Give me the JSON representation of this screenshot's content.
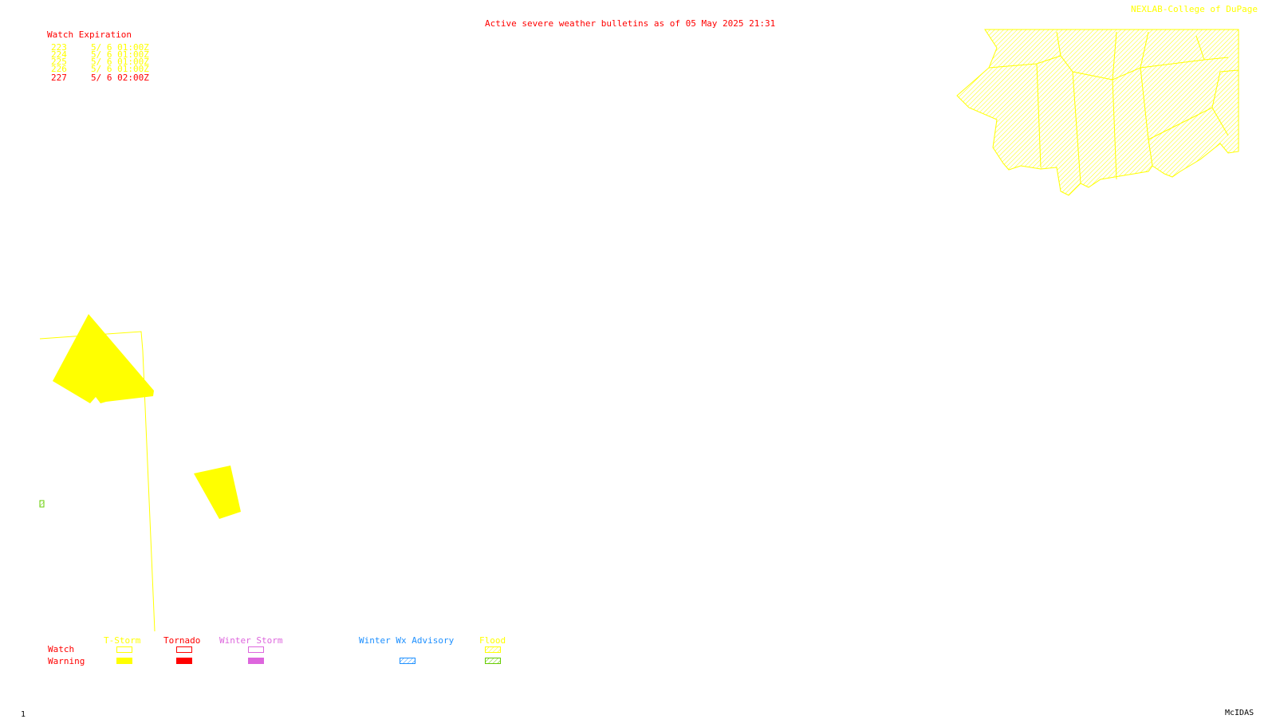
{
  "header": {
    "title": "Active severe weather bulletins as of 05 May 2025 21:31",
    "credit": "NEXLAB-College of DuPage"
  },
  "watch_expiration": {
    "heading": "Watch Expiration",
    "rows": [
      {
        "id": "223",
        "expires": "5/ 6 01:00Z",
        "color": "#ffff00"
      },
      {
        "id": "224",
        "expires": "5/ 6 01:00Z",
        "color": "#ffff00"
      },
      {
        "id": "225",
        "expires": "5/ 6 01:00Z",
        "color": "#ffff00"
      },
      {
        "id": "226",
        "expires": "5/ 6 01:00Z",
        "color": "#ffff00"
      },
      {
        "id": "227",
        "expires": "5/ 6 02:00Z",
        "color": "#ff0000"
      }
    ]
  },
  "legend": {
    "row_labels": {
      "watch": "Watch",
      "warning": "Warning"
    },
    "categories": [
      {
        "label": "T-Storm",
        "color": "#ffff00",
        "watch_style": "outline",
        "warning_style": "filled"
      },
      {
        "label": "Tornado",
        "color": "#ff0000",
        "watch_style": "outline",
        "warning_style": "filled"
      },
      {
        "label": "Winter Storm",
        "color": "#dd66dd",
        "watch_style": "outline",
        "warning_style": "filled"
      },
      {
        "label": "Winter Wx Advisory",
        "color": "#1e90ff",
        "warning_style": "hatched"
      },
      {
        "label": "Flood",
        "color": "#ffff00",
        "warning_color": "#66cc00",
        "watch_style": "hatched",
        "warning_style": "hatched"
      }
    ]
  },
  "footer": {
    "frame_number": "1",
    "software": "McIDAS"
  },
  "colors": {
    "tstorm": "#ffff00",
    "tornado": "#ff0000",
    "winter_storm": "#dd66dd",
    "winter_advisory": "#1e90ff",
    "flood_warning": "#66cc00"
  }
}
